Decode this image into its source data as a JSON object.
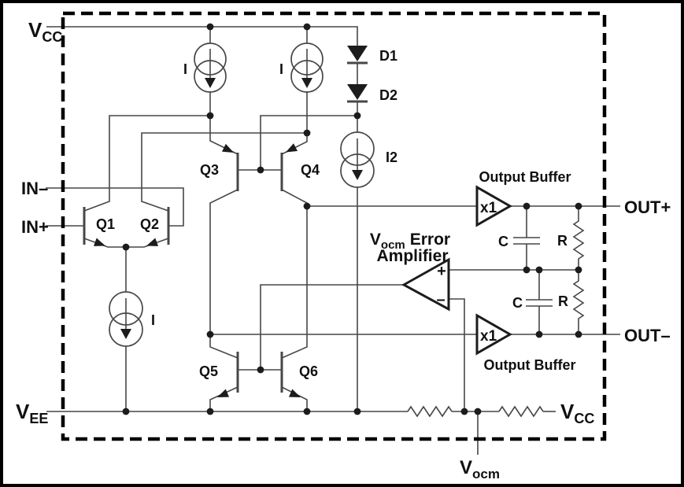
{
  "schematic": {
    "terminals": {
      "vcc_top": {
        "main": "V",
        "sub": "CC"
      },
      "in_minus": "IN–",
      "in_plus": "IN+",
      "vee": {
        "main": "V",
        "sub": "EE"
      },
      "vcc_bottom": {
        "main": "V",
        "sub": "CC"
      },
      "out_plus": "OUT+",
      "out_minus": "OUT–",
      "vocm": {
        "main": "V",
        "sub": "ocm"
      }
    },
    "components": {
      "q1": "Q1",
      "q2": "Q2",
      "q3": "Q3",
      "q4": "Q4",
      "q5": "Q5",
      "q6": "Q6",
      "d1": "D1",
      "d2": "D2",
      "i_left": "I",
      "i_right": "I",
      "i_tail": "I",
      "i2": "I2",
      "c_upper": "C",
      "c_lower": "C",
      "r_upper": "R",
      "r_lower": "R"
    },
    "output_buffers": {
      "gain_label": "x1",
      "top_label": "Output Buffer",
      "bottom_label": "Output Buffer"
    },
    "error_amplifier": {
      "v": "V",
      "v_sub": "ocm",
      "title_rest": "Error",
      "title_line2": "Amplifier",
      "plus_input": "+",
      "minus_input": "–"
    },
    "colors": {
      "wire": "#474747",
      "component_outline": "#1c1c1c",
      "text": "#101010",
      "background": "#ffffff",
      "border": "#000000"
    }
  }
}
